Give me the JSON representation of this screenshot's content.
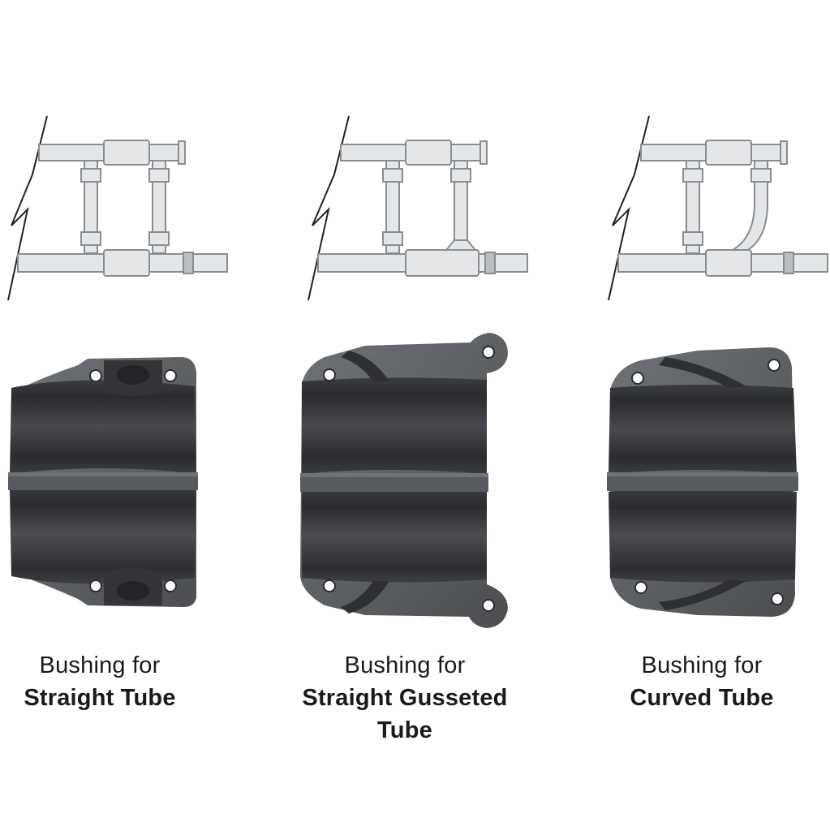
{
  "panels": [
    {
      "id": "straight",
      "caption_line1": "Bushing for",
      "caption_line2": "Straight Tube"
    },
    {
      "id": "straight-gusseted",
      "caption_line1": "Bushing for",
      "caption_line2": "Straight Gusseted Tube"
    },
    {
      "id": "curved",
      "caption_line1": "Bushing for",
      "caption_line2": "Curved Tube"
    }
  ],
  "colors": {
    "background": "#ffffff",
    "tube_fill": "#e4e6e8",
    "tube_stroke": "#8a8d90",
    "bushing_body": "#3f4145",
    "bushing_dark": "#2b2d30",
    "bushing_light": "#6a6d71",
    "caption_text": "#1a1a1a"
  }
}
